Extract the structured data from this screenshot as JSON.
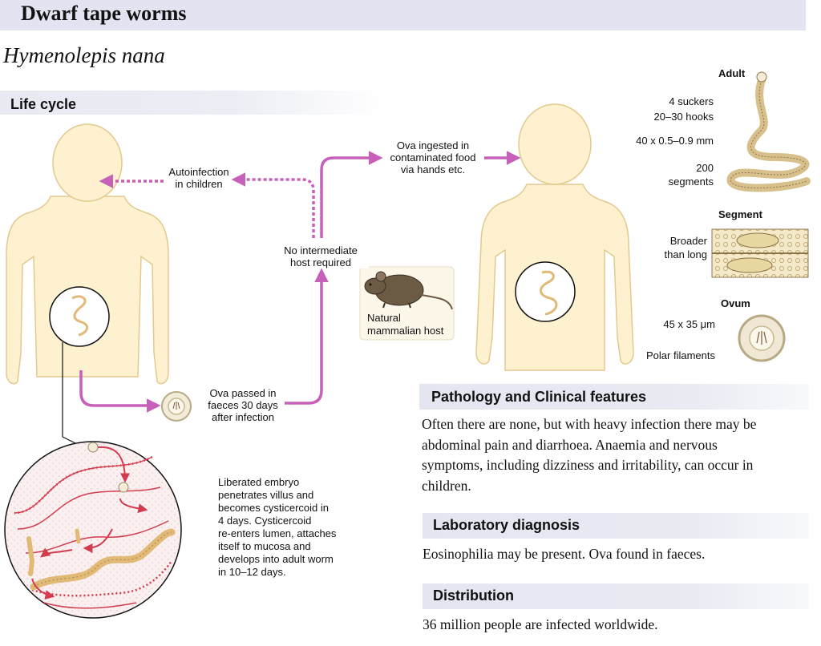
{
  "header": {
    "title": "Dwarf tape worms",
    "band_color": "#e2e4f1"
  },
  "subtitle": "Hymenolepis nana",
  "life_cycle": {
    "heading": "Life cycle",
    "labels": {
      "autoinfection": [
        "Autoinfection",
        "in children"
      ],
      "no_intermediate": [
        "No intermediate",
        "host required"
      ],
      "ova_ingested": [
        "Ova ingested in",
        "contaminated food",
        "via hands etc."
      ],
      "ova_passed": [
        "Ova passed in",
        "faeces 30 days",
        "after infection"
      ],
      "natural_host": [
        "Natural",
        "mammalian host"
      ],
      "embryo": [
        "Liberated embryo",
        "penetrates villus and",
        "becomes cysticercoid in",
        "4 days. Cysticercoid",
        "re-enters lumen, attaches",
        "itself to mucosa and",
        "develops into adult worm",
        "in 10–12 days."
      ]
    },
    "colors": {
      "arrow": "#c660b8",
      "body": "#fdf1cf",
      "body_outline": "#e3c98e",
      "villus": "#d23c4e",
      "worm": "#e1ba78"
    }
  },
  "adult": {
    "heading": "Adult",
    "suckers": "4 suckers",
    "hooks": "20–30 hooks",
    "size": "40 x 0.5–0.9 mm",
    "segments": [
      "200",
      "segments"
    ]
  },
  "segment": {
    "heading": "Segment",
    "desc": [
      "Broader",
      "than long"
    ]
  },
  "ovum": {
    "heading": "Ovum",
    "size": "45 x 35 μm",
    "filaments": "Polar filaments"
  },
  "pathology": {
    "heading": "Pathology and Clinical features",
    "lines": [
      "Often there are none, but with heavy infection there may be",
      "abdominal pain and diarrhoea. Anaemia and nervous",
      "symptoms, including dizziness and irritability, can occur in",
      "children."
    ]
  },
  "diagnosis": {
    "heading": "Laboratory diagnosis",
    "text": "Eosinophilia may be present. Ova found in faeces."
  },
  "distribution": {
    "heading": "Distribution",
    "text": "36 million people are infected worldwide."
  }
}
